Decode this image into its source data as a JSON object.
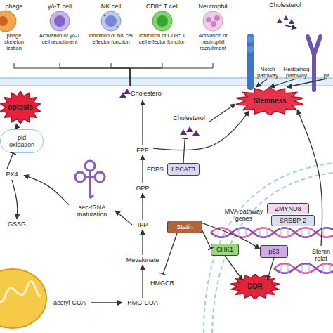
{
  "diagram": {
    "nodes": [
      {
        "text": [
          "phage",
          "phage skeleton ization"
        ]
      },
      {
        "text": [
          "γδ-T cell",
          "Activation of γδ-T cell recruitment"
        ]
      },
      {
        "text": [
          "NK cell",
          "Inhibition of NK cell effector function"
        ]
      },
      {
        "text": [
          "CD8⁺ T cell",
          "Inhibition of CD8⁺ T cell effector function"
        ]
      },
      {
        "text": [
          "Neutrophil",
          "Activation of neutrophil recruitment"
        ]
      },
      {
        "text": [
          "Cholesterol"
        ]
      },
      {
        "text": [
          "Notch pathway"
        ]
      },
      {
        "text": [
          "Hedgehog pathway"
        ]
      },
      {
        "text": [
          "pa"
        ]
      },
      {
        "text": [
          "Cholesterol"
        ]
      },
      {
        "text": [
          "optosis"
        ]
      },
      {
        "text": [
          "pid oxidation"
        ]
      },
      {
        "text": [
          "PX4"
        ]
      },
      {
        "text": [
          "GSSG"
        ]
      },
      {
        "text": [
          "sec-tRNA maturation"
        ]
      },
      {
        "text": [
          "FPP"
        ]
      },
      {
        "text": [
          "GPP"
        ]
      },
      {
        "text": [
          "IPP"
        ]
      },
      {
        "text": [
          "Mevalonate"
        ]
      },
      {
        "text": [
          "HMG-COA"
        ]
      },
      {
        "text": [
          "acetyl-COA"
        ]
      },
      {
        "text": [
          "LPCAT3"
        ]
      },
      {
        "text": [
          "Cholesterol"
        ]
      },
      {
        "text": [
          "Stemness"
        ]
      },
      {
        "text": [
          "Statin"
        ]
      },
      {
        "text": [
          "CHK1"
        ]
      },
      {
        "text": [
          "p53"
        ]
      },
      {
        "text": [
          "DDR"
        ]
      },
      {
        "text": [
          "ZMYND8"
        ]
      },
      {
        "text": [
          "SREBP-2"
        ]
      },
      {
        "text": [
          "Stemn relat"
        ]
      }
    ],
    "edges": [
      {
        "from": 9,
        "to": 0,
        "arrow": "none"
      },
      {
        "from": 9,
        "to": 1,
        "arrow": "none"
      },
      {
        "from": 9,
        "to": 2,
        "arrow": "none"
      },
      {
        "from": 9,
        "to": 3,
        "arrow": "none"
      },
      {
        "from": 9,
        "to": 4,
        "arrow": "none"
      },
      {
        "from": 5,
        "to": 7,
        "arrow": "to"
      },
      {
        "from": 6,
        "to": 23,
        "arrow": "to"
      },
      {
        "from": 7,
        "to": 23,
        "arrow": "to"
      },
      {
        "from": 8,
        "to": 23,
        "arrow": "to"
      },
      {
        "from": 19,
        "to": 18,
        "label": "HMGCR",
        "arrow": "to"
      },
      {
        "from": 20,
        "to": 19,
        "arrow": "to"
      },
      {
        "from": 18,
        "to": 17,
        "arrow": "to"
      },
      {
        "from": 17,
        "to": 16,
        "arrow": "to"
      },
      {
        "from": 16,
        "to": 15,
        "label": "FDPS",
        "arrow": "to"
      },
      {
        "from": 15,
        "to": 9,
        "arrow": "to"
      },
      {
        "from": 17,
        "to": 14,
        "arrow": "to"
      },
      {
        "from": 14,
        "to": 12,
        "arrow": "to"
      },
      {
        "from": 12,
        "to": 13,
        "arrow": "to"
      },
      {
        "from": 12,
        "to": 11,
        "arrow": "to"
      },
      {
        "from": 11,
        "to": 10,
        "arrow": "to"
      },
      {
        "from": 21,
        "to": 22,
        "arrow": "to"
      },
      {
        "from": 22,
        "to": 23,
        "arrow": "to"
      },
      {
        "from": 15,
        "to": 23,
        "arrow": "to"
      },
      {
        "from": 24,
        "to": 25,
        "arrow": "to"
      },
      {
        "from": 24,
        "to": 26,
        "arrow": "to"
      },
      {
        "from": 25,
        "to": 27,
        "arrow": "to"
      },
      {
        "from": 26,
        "to": 27,
        "arrow": "to"
      },
      {
        "from": 30,
        "to": 23,
        "arrow": "to"
      }
    ],
    "labels": [
      "MVA pathway genes"
    ]
  }
}
